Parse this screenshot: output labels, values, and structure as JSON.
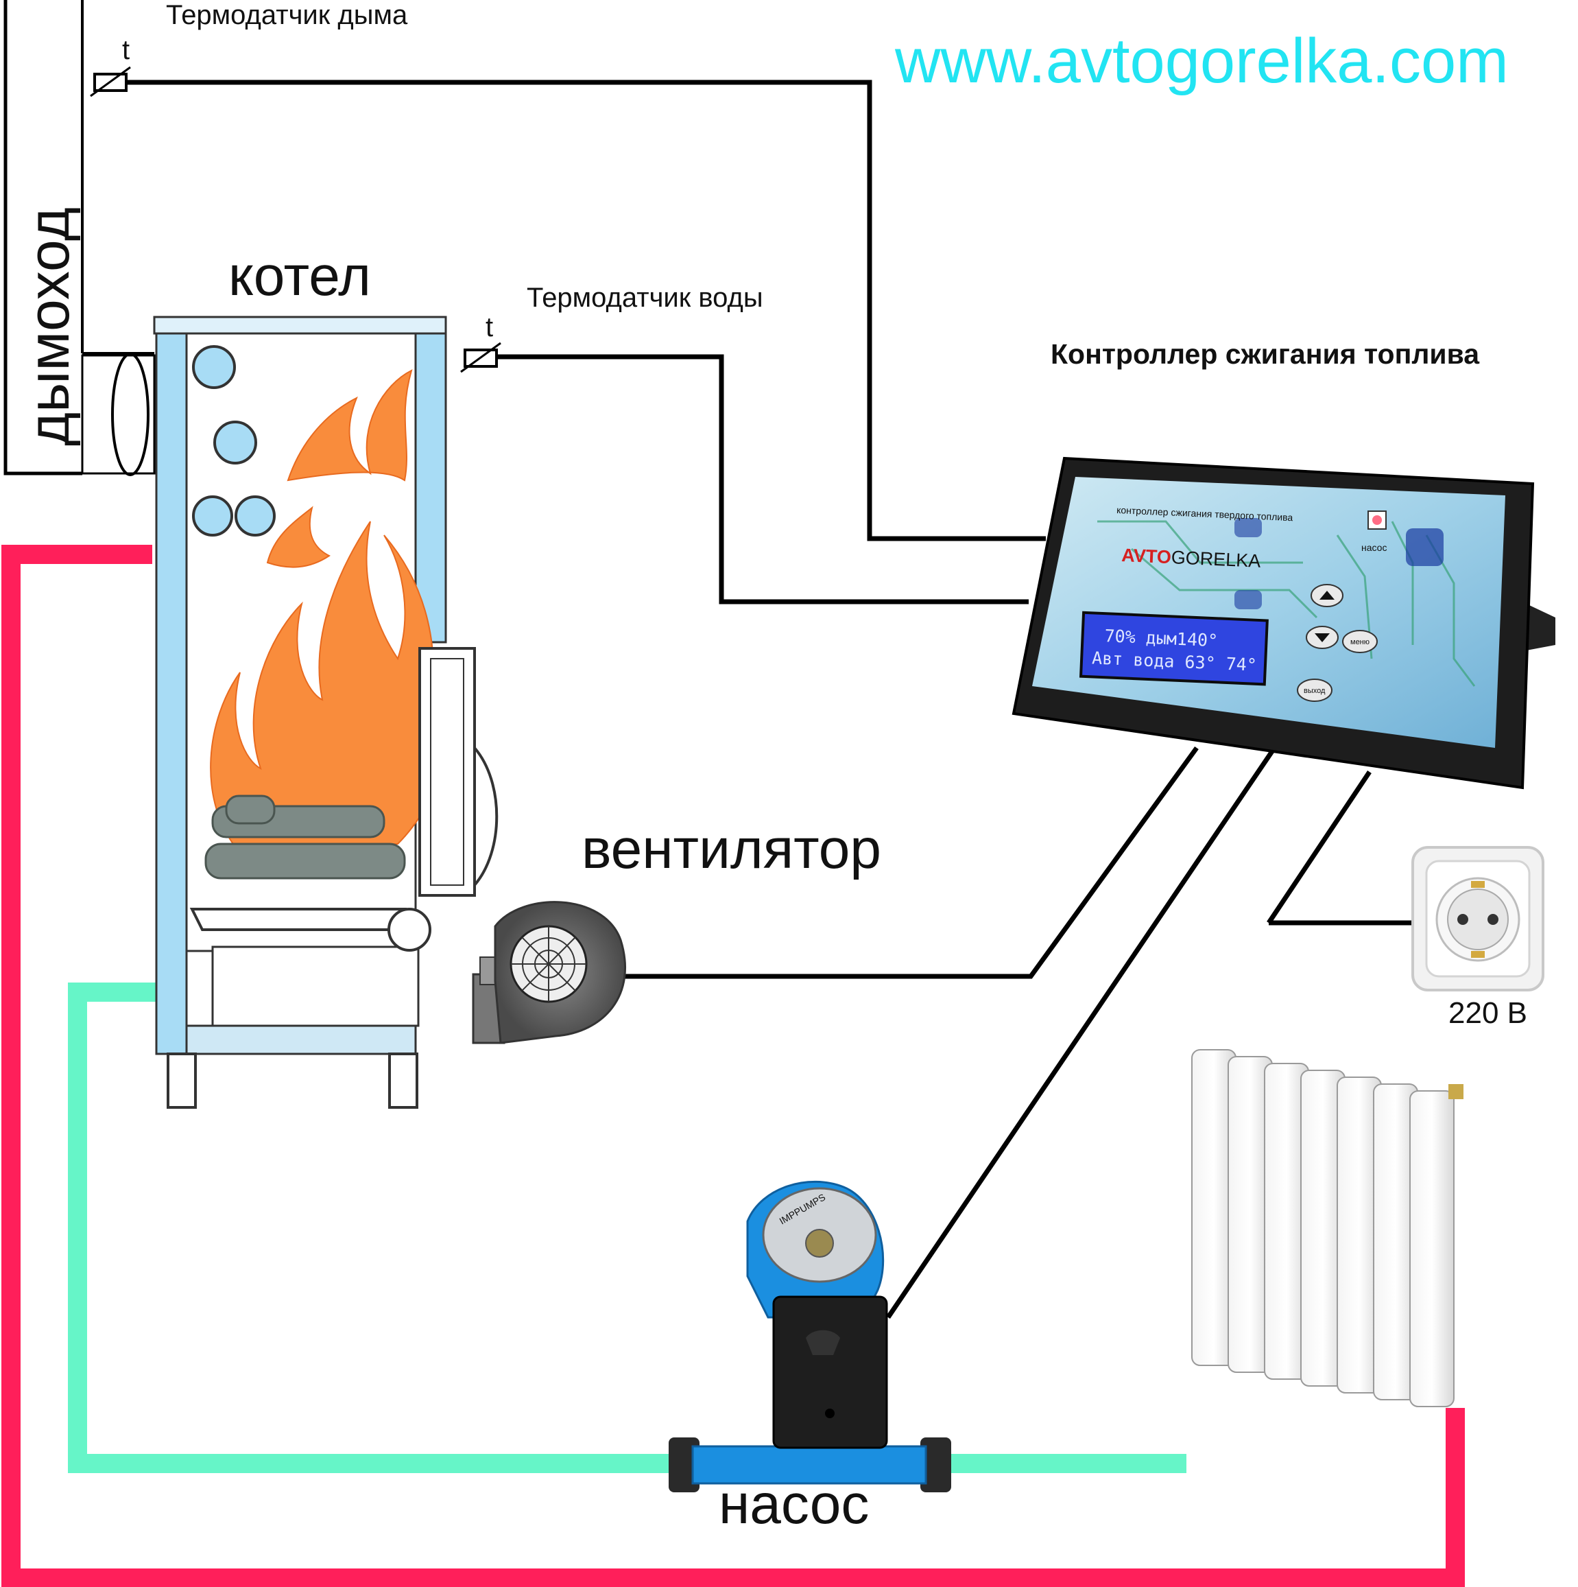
{
  "website": "www.avtogorelka.com",
  "labels": {
    "chimney": "дымоход",
    "smoke_sensor": "Термодатчик дыма",
    "water_sensor": "Термодатчик воды",
    "sensor_symbol": "t",
    "boiler": "котел",
    "controller_title": "Контроллер сжигания топлива",
    "fan": "вентилятор",
    "pump": "насос",
    "socket_voltage": "220 В"
  },
  "controller": {
    "panel_caption": "контроллер сжигания твердого топлива",
    "brand_prefix": "AVTO",
    "brand_suffix": "GORELKA",
    "pump_led_label": "насос",
    "lcd_line1": "70% дым140°",
    "lcd_line2": "Авт вода 63° 74°",
    "menu_button": "меню",
    "exit_button": "выход"
  },
  "pump_device": {
    "brand": "IMPPUMPS"
  },
  "colors": {
    "hot_pipe": "#ff1f5a",
    "cold_pipe": "#66f5c8",
    "wire": "#000000",
    "website": "#22e4f2",
    "water_jacket": "#a8dcf5",
    "flame": "#f98c3c",
    "controller_body": "#1d1d1d",
    "lcd": "#2f45e0",
    "pump_body": "#1b8fe0"
  }
}
